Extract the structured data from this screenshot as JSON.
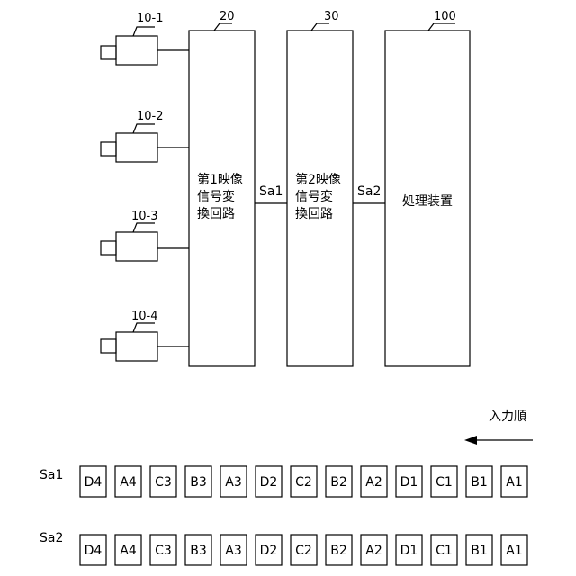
{
  "cameras": [
    {
      "ref": "10-1"
    },
    {
      "ref": "10-2"
    },
    {
      "ref": "10-3"
    },
    {
      "ref": "10-4"
    }
  ],
  "blocks": {
    "converter1": {
      "ref": "20",
      "label_lines": [
        "第1映像",
        "信号変",
        "換回路"
      ]
    },
    "converter2": {
      "ref": "30",
      "label_lines": [
        "第2映像",
        "信号変",
        "換回路"
      ]
    },
    "processor": {
      "ref": "100",
      "label": "処理装置"
    }
  },
  "signals": {
    "sa1": "Sa1",
    "sa2": "Sa2"
  },
  "order": {
    "label": "入力順"
  },
  "rows": [
    {
      "label": "Sa1",
      "cells": [
        "D4",
        "A4",
        "C3",
        "B3",
        "A3",
        "D2",
        "C2",
        "B2",
        "A2",
        "D1",
        "C1",
        "B1",
        "A1"
      ]
    },
    {
      "label": "Sa2",
      "cells": [
        "D4",
        "A4",
        "C3",
        "B3",
        "A3",
        "D2",
        "C2",
        "B2",
        "A2",
        "D1",
        "C1",
        "B1",
        "A1"
      ]
    }
  ]
}
